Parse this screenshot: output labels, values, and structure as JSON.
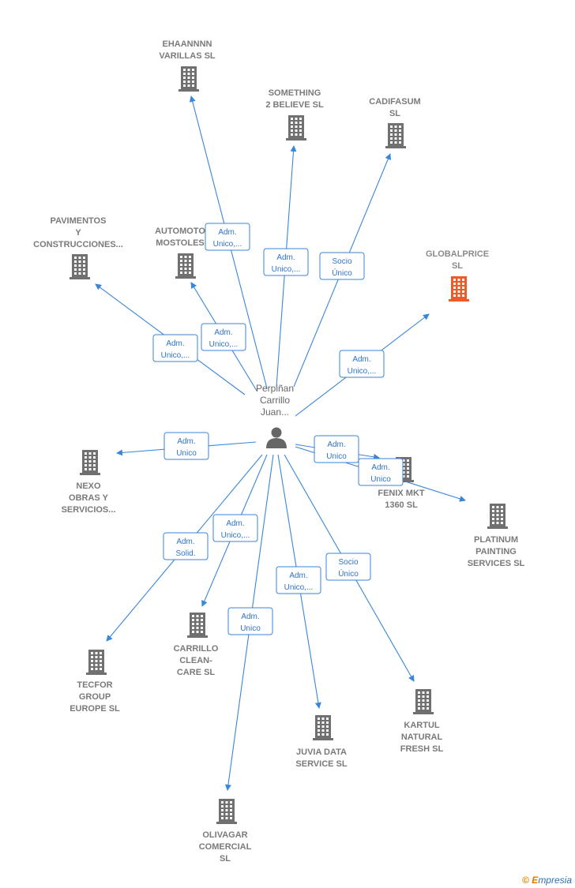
{
  "center": {
    "name_lines": [
      "Perpiñan",
      "Carrillo",
      "Juan..."
    ],
    "icon": "person-icon"
  },
  "companies": [
    {
      "id": "ehaannnn",
      "lines": [
        "EHAANNNN",
        "VARILLAS  SL"
      ],
      "icon": "building-icon",
      "highlight": false
    },
    {
      "id": "something",
      "lines": [
        "SOMETHING",
        "2 BELIEVE  SL"
      ],
      "icon": "building-icon",
      "highlight": false
    },
    {
      "id": "cadifasum",
      "lines": [
        "CADIFASUM",
        "SL"
      ],
      "icon": "building-icon",
      "highlight": false
    },
    {
      "id": "pavimentos",
      "lines": [
        "PAVIMENTOS",
        "Y",
        "CONSTRUCCIONES..."
      ],
      "icon": "building-icon",
      "highlight": false
    },
    {
      "id": "automoto",
      "lines": [
        "AUTOMOTO",
        "MOSTOLES"
      ],
      "icon": "building-icon",
      "highlight": false
    },
    {
      "id": "globalprice",
      "lines": [
        "GLOBALPRICE",
        "SL"
      ],
      "icon": "building-icon",
      "highlight": true
    },
    {
      "id": "nexo",
      "lines": [
        "NEXO",
        "OBRAS Y",
        "SERVICIOS..."
      ],
      "icon": "building-icon",
      "highlight": false
    },
    {
      "id": "fenix",
      "lines": [
        "FENIX MKT",
        "1360  SL"
      ],
      "icon": "building-icon",
      "highlight": false
    },
    {
      "id": "platinum",
      "lines": [
        "PLATINUM",
        "PAINTING",
        "SERVICES  SL"
      ],
      "icon": "building-icon",
      "highlight": false
    },
    {
      "id": "tecfor",
      "lines": [
        "TECFOR",
        "GROUP",
        "EUROPE  SL"
      ],
      "icon": "building-icon",
      "highlight": false
    },
    {
      "id": "carrillo",
      "lines": [
        "CARRILLO",
        "CLEAN-",
        "CARE  SL"
      ],
      "icon": "building-icon",
      "highlight": false
    },
    {
      "id": "kartul",
      "lines": [
        "KARTUL",
        "NATURAL",
        "FRESH  SL"
      ],
      "icon": "building-icon",
      "highlight": false
    },
    {
      "id": "juvia",
      "lines": [
        "JUVIA DATA",
        "SERVICE  SL"
      ],
      "icon": "building-icon",
      "highlight": false
    },
    {
      "id": "olivagar",
      "lines": [
        "OLIVAGAR",
        "COMERCIAL",
        "SL"
      ],
      "icon": "building-icon",
      "highlight": false
    }
  ],
  "relations": [
    {
      "to": "ehaannnn",
      "lines": [
        "Adm.",
        "Unico,..."
      ]
    },
    {
      "to": "something",
      "lines": [
        "Adm.",
        "Unico,..."
      ]
    },
    {
      "to": "cadifasum",
      "lines": [
        "Socio",
        "Único"
      ]
    },
    {
      "to": "pavimentos",
      "lines": [
        "Adm.",
        "Unico,..."
      ]
    },
    {
      "to": "automoto",
      "lines": [
        "Adm.",
        "Unico,..."
      ]
    },
    {
      "to": "globalprice",
      "lines": [
        "Adm.",
        "Unico,..."
      ]
    },
    {
      "to": "nexo",
      "lines": [
        "Adm.",
        "Unico"
      ]
    },
    {
      "to": "fenix",
      "lines": [
        "Adm.",
        "Unico"
      ]
    },
    {
      "to": "platinum",
      "lines": [
        "Adm.",
        "Unico"
      ]
    },
    {
      "to": "tecfor",
      "lines": [
        "Adm.",
        "Solid."
      ]
    },
    {
      "to": "carrillo",
      "lines": [
        "Adm.",
        "Unico,..."
      ]
    },
    {
      "to": "kartul",
      "lines": [
        "Socio",
        "Único"
      ]
    },
    {
      "to": "juvia",
      "lines": [
        "Adm.",
        "Unico,..."
      ]
    },
    {
      "to": "olivagar",
      "lines": [
        "Adm.",
        "Unico"
      ]
    }
  ],
  "colors": {
    "edge": "#3a86d8",
    "building": "#707070",
    "building_highlight": "#f05a28",
    "person": "#666666"
  },
  "watermark": {
    "copyright": "©",
    "brand_initial": "E",
    "brand_rest": "mpresia"
  }
}
